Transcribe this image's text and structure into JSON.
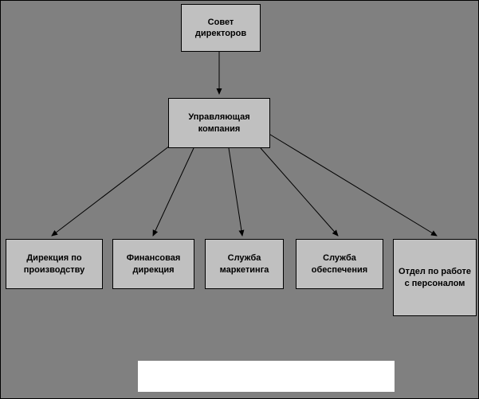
{
  "colors": {
    "background": "#808080",
    "box_fill": "#c0c0c0",
    "box_border": "#000000",
    "arrow": "#000000",
    "footer_fill": "#ffffff"
  },
  "nodes": {
    "board": {
      "label": "Совет директоров"
    },
    "management": {
      "label": "Управляющая компания"
    },
    "production": {
      "label": "Дирекция по производству"
    },
    "finance": {
      "label": "Финансовая дирекция"
    },
    "marketing": {
      "label": "Служба маркетинга"
    },
    "supply": {
      "label": "Служба обеспечения"
    },
    "hr": {
      "label": "Отдел по работе с персоналом"
    }
  }
}
